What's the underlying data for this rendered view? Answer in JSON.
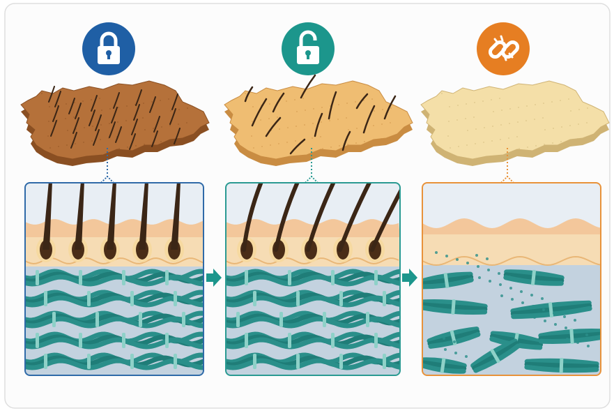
{
  "diagram": {
    "stages": [
      {
        "id": "intact",
        "icon": "lock-closed-icon",
        "badge_color": "#1f5fa5",
        "frame_color": "#2f6aa8",
        "hide_color": "#b5713a",
        "hide_shade": "#8a4f22",
        "hair_color": "#3b2616",
        "hair_count": 5,
        "hair_state": "straight",
        "fiber_state": "intact"
      },
      {
        "id": "loosened",
        "icon": "lock-open-icon",
        "badge_color": "#1c968c",
        "frame_color": "#2a9a92",
        "hide_color": "#efbd72",
        "hide_shade": "#c98c42",
        "hair_color": "#3b2616",
        "hair_count": 5,
        "hair_state": "loosening",
        "fiber_state": "intact"
      },
      {
        "id": "broken",
        "icon": "broken-link-icon",
        "badge_color": "#e67e22",
        "frame_color": "#e8923a",
        "hide_color": "#f4dfa8",
        "hide_shade": "#cfb374",
        "hair_color": "#3b2616",
        "hair_count": 0,
        "hair_state": "removed",
        "fiber_state": "fragmented"
      }
    ],
    "arrows": [
      {
        "from": "intact",
        "to": "loosened",
        "color": "#1c968c"
      },
      {
        "from": "loosened",
        "to": "broken",
        "color": "#1c968c"
      }
    ],
    "colors": {
      "epidermis": "#f3c79b",
      "dermis_top": "#f6dcb4",
      "dermis_bg": "#c3d2df",
      "collagen": "#2a8f8a",
      "collagen_band": "#8ed1c8",
      "panel_border": "#dddddd"
    }
  }
}
